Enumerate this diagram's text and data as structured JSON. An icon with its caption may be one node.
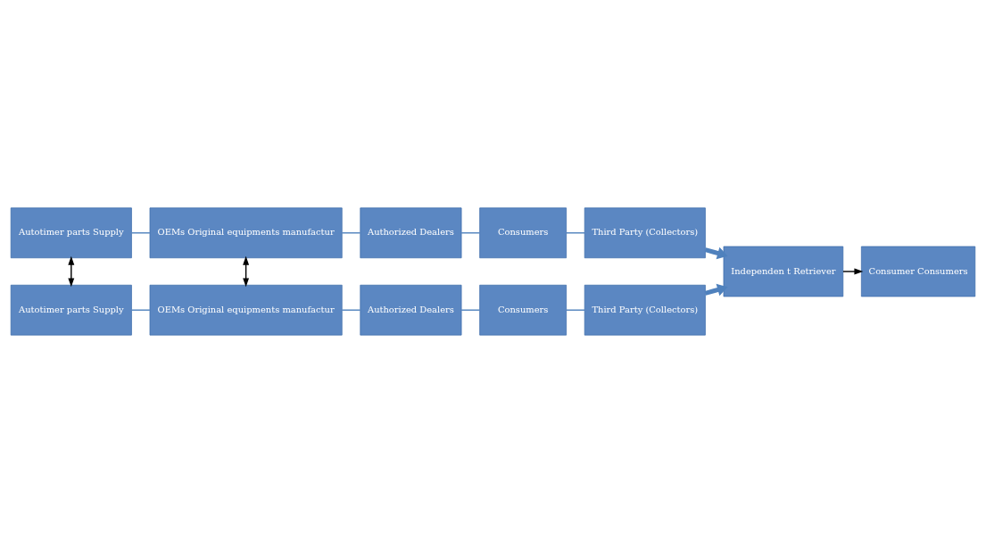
{
  "diagram": {
    "nodes": [
      {
        "text": [
          "Autotimer parts Supply"
        ]
      },
      {
        "text": [
          "OEMs Original equipments manufactur"
        ]
      },
      {
        "text": [
          "Authorized Dealers"
        ]
      },
      {
        "text": [
          "Consumers"
        ]
      },
      {
        "text": [
          "Third Party (Collectors)"
        ]
      },
      {
        "text": [
          "Independen t Retriever"
        ]
      },
      {
        "text": [
          "Consumer Consumers"
        ]
      },
      {
        "text": [
          "Autotimer parts Supply"
        ]
      },
      {
        "text": [
          "OEMs Original equipments manufactur"
        ]
      },
      {
        "text": [
          "Authorized Dealers"
        ]
      },
      {
        "text": [
          "Consumers"
        ]
      },
      {
        "text": [
          "Third Party (Collectors)"
        ]
      }
    ],
    "edges": [
      {
        "from": 0,
        "to": 1,
        "arrow": "none"
      },
      {
        "from": 1,
        "to": 2,
        "arrow": "none"
      },
      {
        "from": 2,
        "to": 3,
        "arrow": "none"
      },
      {
        "from": 3,
        "to": 4,
        "arrow": "none"
      },
      {
        "from": 4,
        "to": 5,
        "arrow": "to",
        "style": "thick"
      },
      {
        "from": 11,
        "to": 5,
        "arrow": "to",
        "style": "thick"
      },
      {
        "from": 5,
        "to": 6,
        "arrow": "to",
        "color": "#000000"
      },
      {
        "from": 1,
        "to": 8,
        "arrow": "both",
        "color": "#000000"
      },
      {
        "from": 7,
        "to": 0,
        "arrow": "both",
        "color": "#000000"
      },
      {
        "from": 7,
        "to": 8,
        "arrow": "none"
      },
      {
        "from": 8,
        "to": 9,
        "arrow": "none"
      },
      {
        "from": 9,
        "to": 10,
        "arrow": "none"
      },
      {
        "from": 10,
        "to": 11,
        "arrow": "none"
      }
    ]
  }
}
